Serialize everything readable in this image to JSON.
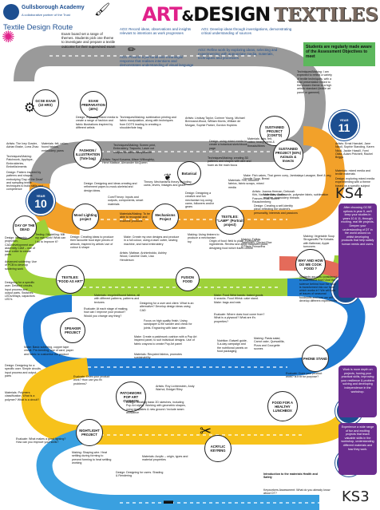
{
  "header": {
    "school_name": "Gullsborough Academy",
    "school_tagline": "A collaborative partner of the Trust",
    "title_art": "ART",
    "title_amp": "&",
    "title_design": "DESIGN",
    "title_textiles": "TEXTILES",
    "route": "Textile Design Route"
  },
  "objectives": {
    "ao3": "AO3: Record ideas, observations and insights relevant to intentions as work progresses",
    "ao1": "AO1: Develop ideas through investigations, demonstrating critical understanding of sources",
    "ao4": "AO4: Present a personal and meaningful response that realises intentions and demonstrates understanding of visual language",
    "ao2": "AO2: Refine work by exploring ideas, selecting and experimenting with appropriate media, materials, techniques and processes",
    "reminder": "Students are regularly made aware of the Assessment Objectives to meet",
    "exam_board": "Exam board set a range of themes. Students pick one theme to investigate and prepare a textile outcome for their supervised exam"
  },
  "years": {
    "y11": {
      "label": "YEAR",
      "num": "11"
    },
    "y10": {
      "label": "YEAR",
      "num": "10"
    },
    "y9": {
      "label": "YEAR",
      "num": "9"
    },
    "y8": {
      "label": "YEAR",
      "num": "8"
    },
    "y7": {
      "label": "YEAR",
      "num": "7"
    }
  },
  "projects": {
    "gcse": "GCSE EXAM (10 HRS)",
    "exam_prep": "EXAM PREPARATION (40%)",
    "sustained_contd": "SUSTAINED PROJECT (CONT'D)",
    "fashion": "FASHION / ILLUSTRATION (Tote bag)",
    "botanical": "Botanical",
    "sustained_animals": "SUSTAINED PROJECT (60%) Animals & Insects",
    "day_dead": "DAY OF THE DEAD",
    "mood": "Mood Lighting project",
    "mechanisms": "Mechanisms Project",
    "textiles_lamp": "TEXTILES: \"LAMP\" (Portrait project)",
    "why_cook": "WHY AND HOW DO WE COOK FOOD ?",
    "textiles_pop": "TEXTILES: \"FOOD AS ART\"",
    "fusion": "FUSION FOOD",
    "speaker": "SPEAKER PROJECT",
    "phone": "PHONE STAND",
    "patchwork": "PATCHWORK POP ART CUSHION",
    "lunchbox": "FOOD FOR A HEALTHY LUNCHBOX",
    "nightlight": "NIGHTLIGHT PROJECT",
    "acrylic": "ACRYLIC KEYRING",
    "intro": "Introduction to the materials Health and Safety"
  },
  "notes": {
    "n1": "Artists: The Ivey Gowler, Adrian Brake, Lorra Zhao",
    "n2": "Materials: felt, calico, found fabrics, embroidery yarns",
    "n3": "Techniques/Making: Patchwork, Applique, Embroideries, Embellishments",
    "n4": "Design: Pattern inspired by patterns and shapes embodying 'Day of the Dead' and sampling textile techniques to build skills and competence",
    "n5": "Design: exploring mixed media to create a range of fashion and fabric illustrations inspired by different artists",
    "n6": "Techniques/Making: Screen print, Embroidery, Trapunto, Laser cut shapes for fabric manipulation",
    "n7": "Artists: Yayoi Kusama, Alison Willoughby, Henri Matisse, Alexander McQueen",
    "n8": "Techniques/Making: sublimation printing and fabric manipulation, along with techniques from DOTS leading to creating a shoulder/tote bag",
    "n9": "Artists: Lindsay Taylor, Corinne Young, Michael Brennand-Wood, William Morris, William de Morgan, Sophie Parker, Gordon Hopkins",
    "n10": "Design: using mixed media to create a botanical sketchbook page",
    "n11": "Techniques/Making: creating 3D patterns and shapes with wire and foam as the main focus",
    "n12": "Materials: Inks, felt, calico, heavy yarns & threads/fibres",
    "n13": "Techniques/Making: I am expected to reflect a variety of textile techniques, with a final presentation linked to the chosen theme to a high artistic standard (textile art panel or garment)",
    "n14": "Artists: Ernst Haeckel, Jane Nicoll, Sophie Standing, Karen Nicol, Jackie Hassill, Yumi Okita, Adam Pritchett, Rachel Briggs",
    "n15": "Materials: mixed media and textile materials",
    "n16": "Design: exploring mixed media experimenting with a theme based on a specific subject",
    "n17": "After choosing GCSE options in year 9, we'll keep your studies in years 10 & 11, through exciting, real life projects. Deepen your understanding of DT in the world around us whilst developing products that help satisfy human needs and users.",
    "n18": "Core/Theory: Inputs and outputs, components, smart materials",
    "n19": "Design: Designing and ideas creating and refinement paper-to-mock-skeletal and design ideas.",
    "n20": "Materials/Making: To be able to recognise and examine products",
    "n21": "Theory: Mechanisms theory including cams, levers, linkages and gears",
    "n22": "Design: Designing a creative and fun mechanism toy using cams, followers and/or gears",
    "n23": "Making: Using timbers to produce a mechanism toy",
    "n24": "Materials: Felt, colourful fabrics, fabric scraps, mixed media",
    "n25": "Artists: Joanna Heenan, Deborah Kirk, Nathalie Mary Sutton, Frances Rust, Robert Rauschenberg",
    "n26": "Design: Creating a self-identity piece reflecting the student's personality, interests and passions",
    "n27": "Making: Fajitas, Tabbouleh, Curried Rice & Pasta Primavera",
    "n28": "Materials: wool/suede, polyester fabric, sublimation printing, embroidery threads",
    "n29": "Make: Fish cakes, Thai green curry, Jambalaya Lasagne, Beef & veg Noodle Soup, Bread",
    "n30": "Design: Isometric projection, CAD/development and assembly CAM – use of laser cutter to create parts",
    "n31": "Testing / Modelling: Mill my own work! What can I do to improve it?",
    "n32": "Design: Creating ideas to produce their favourite food style pieces of artwork, inspired by artists' use of colour & shape",
    "n33": "Advanced soldering: Use of PCB to develop soldering work",
    "n34": "Make: Create my own designs and produce in a full colour, using a laser cutter, sewing machine, and hand embroidery",
    "n35": "Artists: Matisse, Archimboldo, Ashley Wood, Caroline Clark, Lisa Henderson",
    "n36": "Origin of food: field to plate. Function of ingredients. Review and apply balanced guide, designing food which fuses culture",
    "n37": "Designing for a specific user. Detailed circuits, input process and output parts. Switches, LEDs/relays, capacitors LED's",
    "n38": "Materials: recycled/found fabrics, all with different patterns, patterns and textures",
    "n39": "Evaluate: At each stage of making, how can I improve your product? Would you change any thing?",
    "n40": "Designing for a user and client. What is an alternative? Develop design ideas using CAD",
    "n41": "Make: Food Wrist bands: baked goods & snacks. Food Whisk: cake stand. Make: bags and eats",
    "n42": "Focus on high quality finish. Using sandpaper & file sander and check for joints. Engraving with laser cutter.",
    "n43": "Evaluate: Where does food come from? What is a plywood? What are it's properties?",
    "n44": "Make: Basic soldering, copper tape circuit. Pre-bending, use of card, paper and fabric to customise the product",
    "n45": "Design: Designing for a specific user. Simple circuits, input process and output parts",
    "n46": "Make: Create a patchwork cushion with a Pop Art inspired panel, to suit individual designs. Use of fabric crayons to create Pop Art panel",
    "n47": "Materials: Recycled fabrics, promotes sustainability",
    "n48": "Nutrition: Eatwell guide, 5-a-day campaign and the nutritional panels on food packaging",
    "n49": "Making: Pasta salad, Carrot cake, Quesadilla, Pizza and Courgette scones",
    "n50": "Evaluate: Does your product work? How can you fix problems?",
    "n51": "Design: creating basic 2D sketches, including Pop Art styles. Working with geometric shapes, using templates & new ground / include seam allowance",
    "n52": "Artists: Roy Lichtenstein, Andy Warhol, Bridget Riley",
    "n53": "Materials: Polymers classification. What is a polymer? What is a circuit?",
    "n54": "Materials: Acrylic – origin, types and material properties",
    "n55": "Design: Designing for users. Shading & Rendering",
    "n56": "Making: Shaping wire. Heat settling during forming to prevent forming to heat settling working",
    "n57": "Evaluate: What makes a good lighting? How can you improve your skills?",
    "n58": "Work is more depth on projects, honing your practical skills, improving your resilience & problem solving and developing independence in the workshop.",
    "n59": "Experience a wide range of fun and exciting projects that teach valuable skills in the workshop, understanding different materials and how they work.",
    "n60": "Students are now considered to understand how? And the science behind how the food is transformed into our food which works in? We will look at issues of seasonal foodstuffs and how we will develop different experiences.",
    "n61": "Making: Vegetable Soup Stroganoffs Pie Kebabs with flatbread, Apple turnovers",
    "n62": "Evaluate: Does your product work? Is it fit for purpose?",
    "n63": "Keyworkers Assessment: What do you already know about DT?"
  },
  "ks": {
    "ks4": "KS4",
    "ks3": "KS3"
  },
  "colors": {
    "blue": "#1d4f91",
    "pink": "#e0218a",
    "road_orange": "#f2a12a",
    "road_gray": "#9a9a9a",
    "road_yellow": "#f7c21b",
    "road_blue": "#1f7bd1",
    "road_green": "#7bbf3a",
    "green_box": "#5cb85c",
    "purple_box": "#6a2c8e"
  }
}
